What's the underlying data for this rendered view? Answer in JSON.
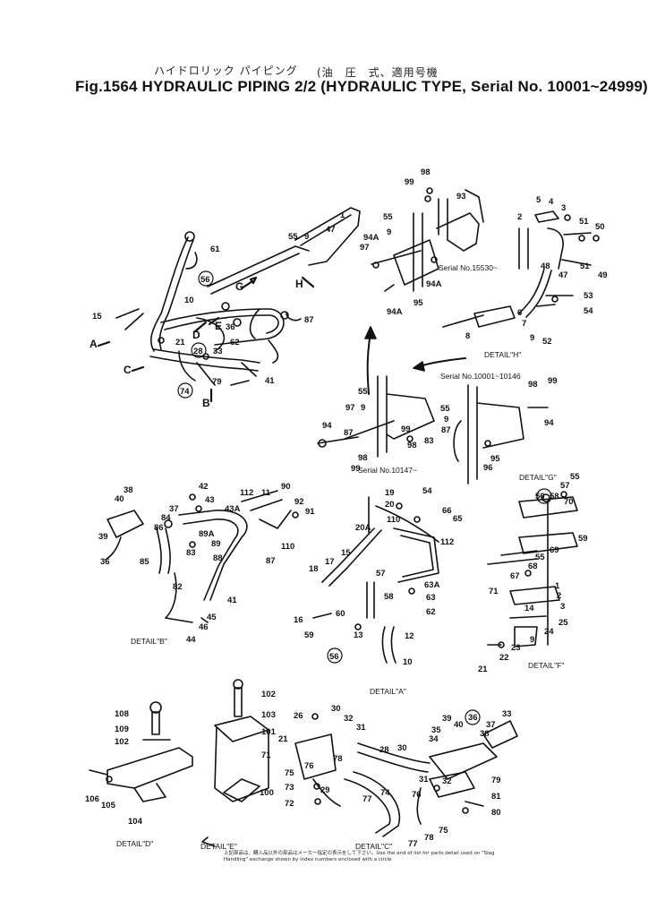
{
  "header": {
    "japanese_title": "ハイドロリック パイピング",
    "japanese_subtitle": "(油　圧　式、適用号機",
    "main_title": "Fig.1564 HYDRAULIC PIPING 2/2 (HYDRAULIC TYPE, Serial No. 10001~24999)"
  },
  "serials": {
    "s1": "Serial No.15530~",
    "s2": "Serial No.10001~10146",
    "s3": "Serial No.10147~"
  },
  "details": {
    "h": "DETAIL\"H\"",
    "g": "DETAIL\"G\"",
    "b": "DETAIL\"B\"",
    "a": "DETAIL\"A\"",
    "f": "DETAIL\"F\"",
    "d": "DETAIL\"D\"",
    "e": "DETAIL\"E\"",
    "c": "DETAIL\"C\""
  },
  "view_arrows": [
    "A",
    "B",
    "C",
    "D",
    "E",
    "G",
    "H"
  ],
  "part_numbers": {
    "main": [
      "61",
      "56",
      "10",
      "55",
      "9",
      "1",
      "47",
      "G",
      "H",
      "15",
      "D",
      "E",
      "36",
      "62",
      "87",
      "21",
      "28",
      "33",
      "79",
      "41",
      "74"
    ],
    "top_center": [
      "98",
      "99",
      "93",
      "55",
      "9",
      "94A",
      "97",
      "94A",
      "95",
      "94A"
    ],
    "detail_h": [
      "5",
      "4",
      "3",
      "2",
      "51",
      "50",
      "48",
      "47",
      "51",
      "49",
      "53",
      "54",
      "6",
      "7",
      "8",
      "9",
      "52"
    ],
    "detail_g": [
      "55",
      "9",
      "94",
      "97",
      "87",
      "99",
      "98",
      "83",
      "99",
      "98",
      "55",
      "9",
      "98",
      "99",
      "94",
      "87",
      "95",
      "96"
    ],
    "detail_b": [
      "38",
      "40",
      "39",
      "36",
      "42",
      "43",
      "37",
      "43A",
      "84",
      "89A",
      "86",
      "89",
      "85",
      "83",
      "88",
      "82",
      "41",
      "45",
      "46",
      "44",
      "112",
      "11",
      "90",
      "92",
      "91",
      "87",
      "110"
    ],
    "detail_a": [
      "19",
      "54",
      "20",
      "66",
      "65",
      "20A",
      "110",
      "112",
      "15",
      "17",
      "18",
      "57",
      "63A",
      "58",
      "63",
      "62",
      "16",
      "60",
      "59",
      "12",
      "13",
      "56",
      "10"
    ],
    "detail_f": [
      "55",
      "56",
      "58",
      "57",
      "70",
      "59",
      "69",
      "68",
      "55",
      "67",
      "71",
      "1",
      "2",
      "3",
      "14",
      "25",
      "23",
      "24",
      "9",
      "22",
      "21"
    ],
    "detail_d": [
      "108",
      "109",
      "102",
      "106",
      "105",
      "104"
    ],
    "detail_e": [
      "102",
      "103",
      "101",
      "100"
    ],
    "detail_c": [
      "26",
      "30",
      "32",
      "31",
      "21",
      "71",
      "75",
      "73",
      "72",
      "76",
      "29",
      "78",
      "77",
      "28",
      "74",
      "30",
      "33",
      "35",
      "36",
      "34",
      "37",
      "38",
      "39",
      "40",
      "79",
      "81",
      "80",
      "75",
      "76",
      "77",
      "78",
      "31",
      "32"
    ]
  },
  "footnote": "上記部品は、購入品以外の部品はメーカー指定の表示をして下さい。Use the and of list for parts detail used on \"Slag Handling\" exchange shown by index numbers enclosed with a circle"
}
